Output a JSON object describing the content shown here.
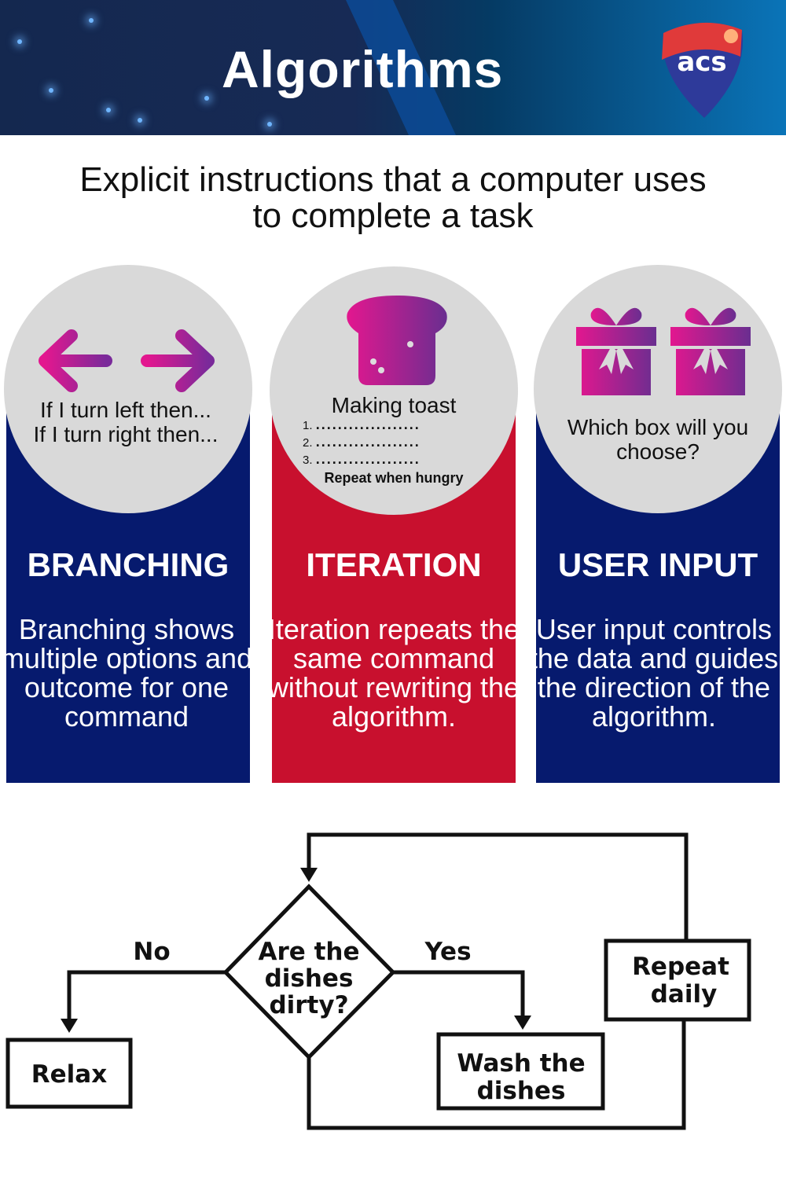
{
  "header": {
    "title": "Algorithms",
    "logo_text": "acs"
  },
  "subtitle": {
    "line1": "Explicit instructions that a computer uses",
    "line2": "to complete a task"
  },
  "panels": [
    {
      "title": "BRANCHING",
      "circle_lines": [
        "If I turn left then...",
        "If I turn right then..."
      ],
      "description": "Branching shows multiple options and outcome for one command",
      "color": "#061a6e"
    },
    {
      "title": "ITERATION",
      "circle_title": "Making toast",
      "steps": [
        "1.",
        "2.",
        "3."
      ],
      "dots": "...................",
      "footer": "Repeat when hungry",
      "description": "Iteration repeats the same command without rewriting the algorithm.",
      "color": "#c8102e"
    },
    {
      "title": "USER INPUT",
      "circle_lines": [
        "Which box will you",
        "choose?"
      ],
      "description": "User input controls the data and guides the direction of the algorithm.",
      "color": "#061a6e"
    }
  ],
  "flowchart": {
    "decision": [
      "Are the",
      "dishes",
      "dirty?"
    ],
    "no_label": "No",
    "yes_label": "Yes",
    "relax": "Relax",
    "wash": [
      "Wash the",
      "dishes"
    ],
    "repeat": [
      "Repeat",
      "daily"
    ]
  }
}
